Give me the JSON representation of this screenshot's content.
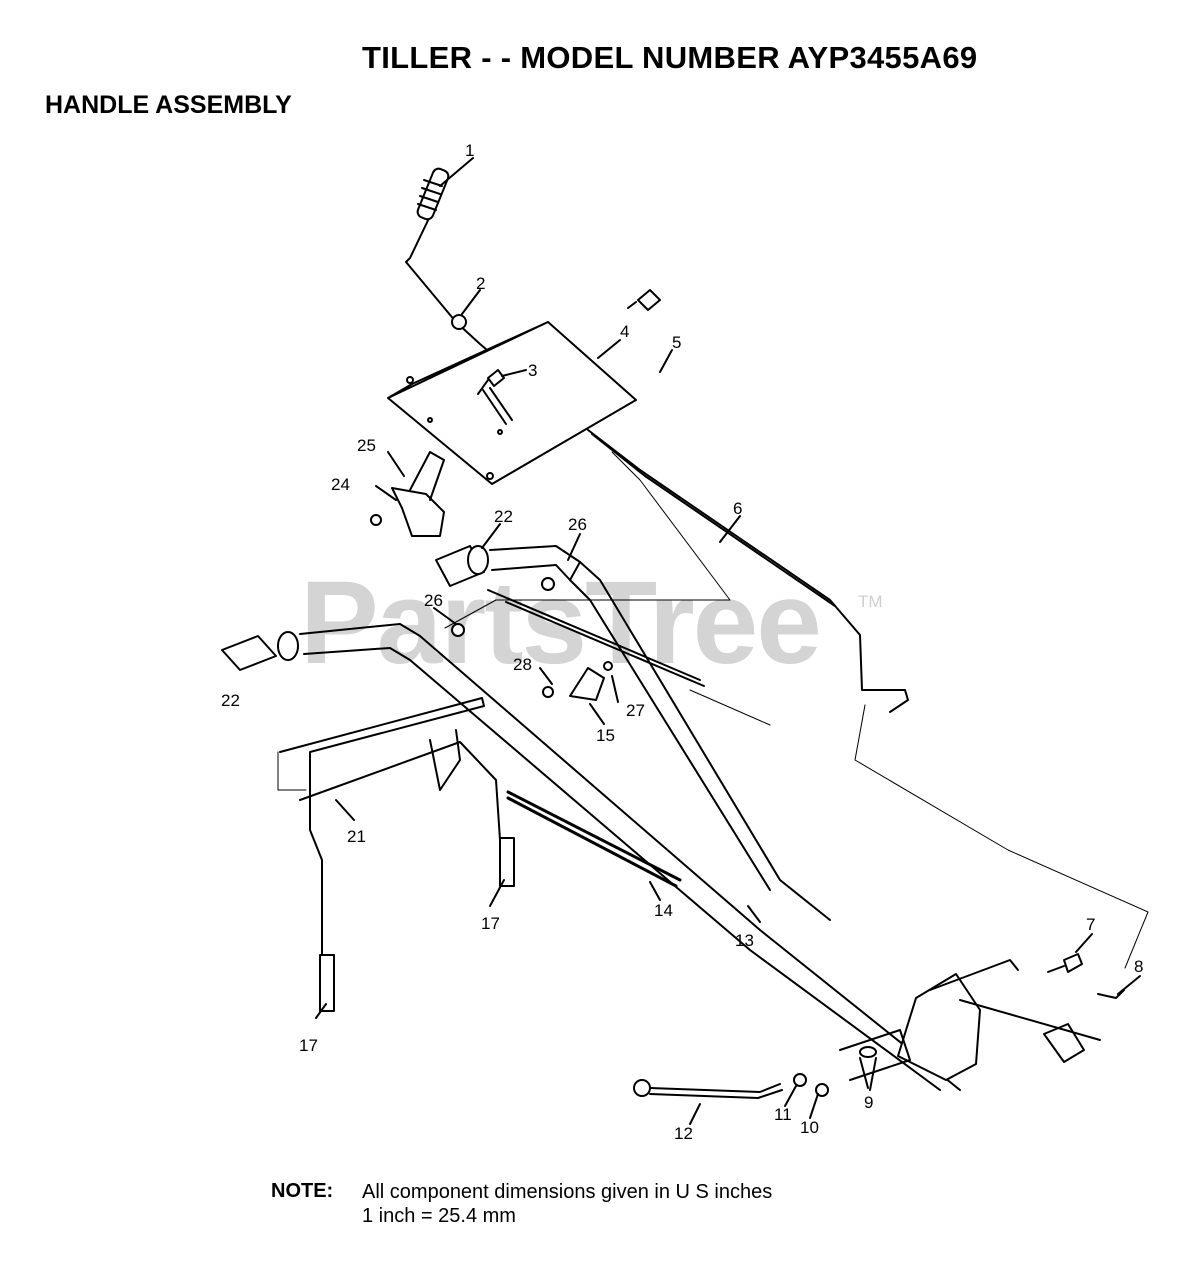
{
  "title": "TILLER - - MODEL NUMBER AYP3455A69",
  "subtitle": "HANDLE ASSEMBLY",
  "watermark": "PartsTree",
  "watermark_tm": "TM",
  "note": {
    "label": "NOTE:",
    "line1": "All component dimensions given in U S  inches",
    "line2": "1 inch = 25.4 mm"
  },
  "callouts": [
    "1",
    "2",
    "3",
    "4",
    "5",
    "6",
    "24",
    "25",
    "22",
    "26",
    "26",
    "22",
    "28",
    "27",
    "15",
    "21",
    "17",
    "14",
    "13",
    "17",
    "7",
    "8",
    "9",
    "11",
    "10",
    "12"
  ]
}
